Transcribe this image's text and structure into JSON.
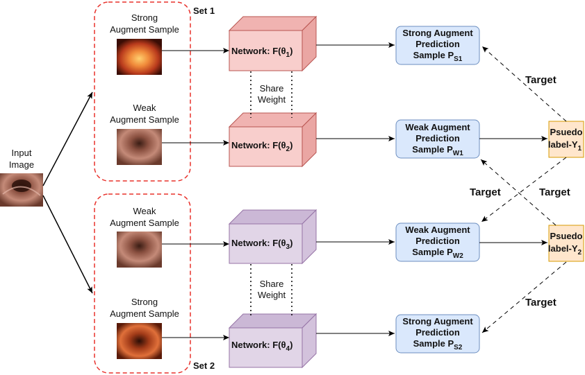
{
  "input": {
    "line1": "Input",
    "line2": "Image"
  },
  "sets": [
    {
      "label": "Set 1"
    },
    {
      "label": "Set 2"
    }
  ],
  "samples": [
    {
      "line1": "Strong",
      "line2": "Augment Sample"
    },
    {
      "line1": "Weak",
      "line2": "Augment Sample"
    },
    {
      "line1": "Weak",
      "line2": "Augment Sample"
    },
    {
      "line1": "Strong",
      "line2": "Augment Sample"
    }
  ],
  "networks": [
    {
      "text": "Network: F(θ",
      "sub": "1",
      "close": ")"
    },
    {
      "text": "Network: F(θ",
      "sub": "2",
      "close": ")"
    },
    {
      "text": "Network: F(θ",
      "sub": "3",
      "close": ")"
    },
    {
      "text": "Network: F(θ",
      "sub": "4",
      "close": ")"
    }
  ],
  "share_weight": {
    "line1": "Share",
    "line2": "Weight"
  },
  "predictions": [
    {
      "line1": "Strong Augment",
      "line2": "Prediction",
      "line3": "Sample P",
      "sub": "S1"
    },
    {
      "line1": "Weak Augment",
      "line2": "Prediction",
      "line3": "Sample P",
      "sub": "W1"
    },
    {
      "line1": "Weak Augment",
      "line2": "Prediction",
      "line3": "Sample P",
      "sub": "W2"
    },
    {
      "line1": "Strong Augment",
      "line2": "Prediction",
      "line3": "Sample P",
      "sub": "S2"
    }
  ],
  "pseudo_labels": [
    {
      "line1": "Psuedo",
      "line2": "label-Y",
      "sub": "1"
    },
    {
      "line1": "Psuedo",
      "line2": "label-Y",
      "sub": "2"
    }
  ],
  "target_label": "Target",
  "colors": {
    "set_border": "#e8302a",
    "net_red_front": "#f8cecc",
    "net_red_top": "#f0b3b1",
    "net_red_stroke": "#b85450",
    "net_purple_front": "#e1d5e7",
    "net_purple_top": "#cbb8d6",
    "net_purple_stroke": "#9673a6",
    "pred_fill": "#dae8fc",
    "pred_stroke": "#6c8ebf",
    "pseudo_fill": "#ffe6cc",
    "pseudo_stroke": "#d79b00"
  }
}
